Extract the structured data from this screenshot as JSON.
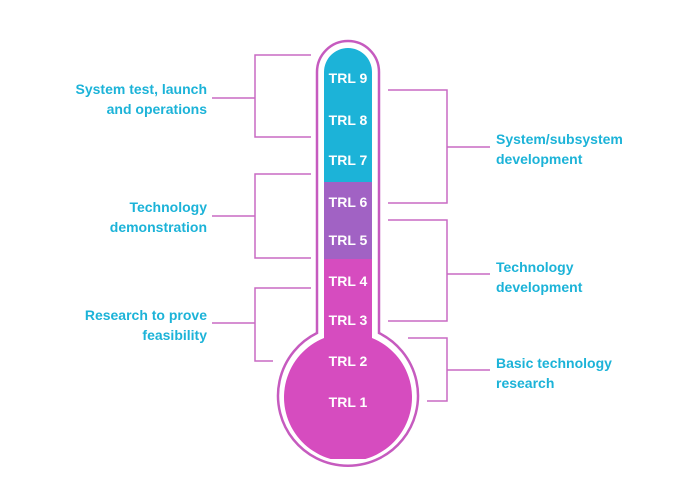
{
  "levels": [
    "TRL 1",
    "TRL 2",
    "TRL 3",
    "TRL 4",
    "TRL 5",
    "TRL 6",
    "TRL 7",
    "TRL 8",
    "TRL 9"
  ],
  "left_groups": [
    {
      "lines": [
        "System test, launch",
        "and operations"
      ]
    },
    {
      "lines": [
        "Technology",
        "demonstration"
      ]
    },
    {
      "lines": [
        "Research to prove",
        "feasibility"
      ]
    }
  ],
  "right_groups": [
    {
      "lines": [
        "System/subsystem",
        "development"
      ]
    },
    {
      "lines": [
        "Technology",
        "development"
      ]
    },
    {
      "lines": [
        "Basic technology",
        "research"
      ]
    }
  ],
  "colors": {
    "cyan": "#1cb3d8",
    "purple": "#a162c4",
    "magenta": "#d64cbf",
    "bracket": "#c96ac3",
    "outline": "#c65bbf",
    "text": "#1cb3d8"
  }
}
